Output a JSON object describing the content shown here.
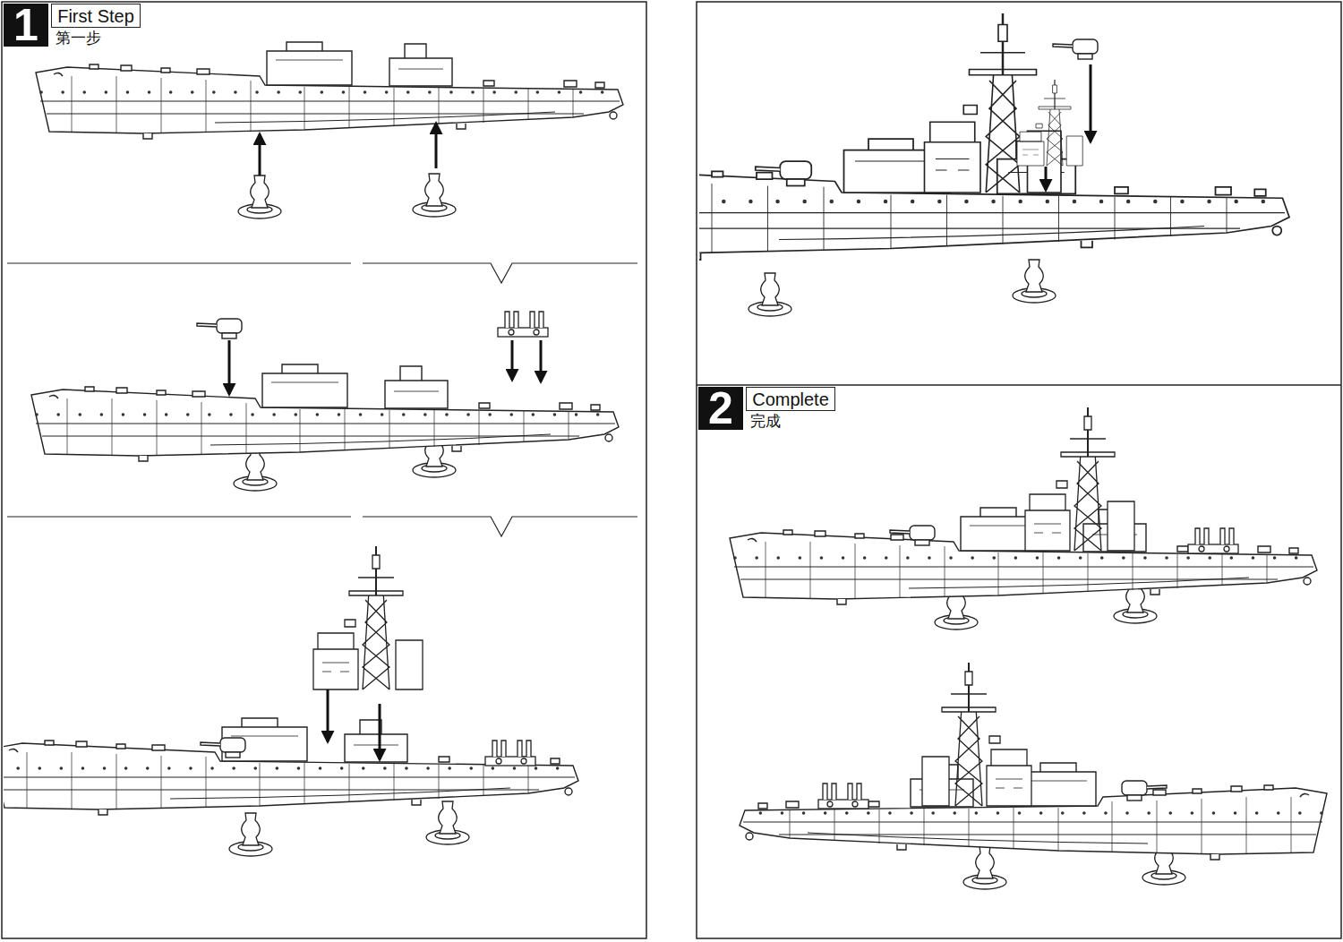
{
  "diagram": {
    "nodes": [
      {
        "text": [
          "1"
        ]
      },
      {
        "text": [
          "First Step"
        ]
      },
      {
        "text": [
          "2"
        ]
      },
      {
        "text": [
          "Complete"
        ]
      }
    ],
    "labels": [
      "第一步",
      "完成"
    ]
  }
}
